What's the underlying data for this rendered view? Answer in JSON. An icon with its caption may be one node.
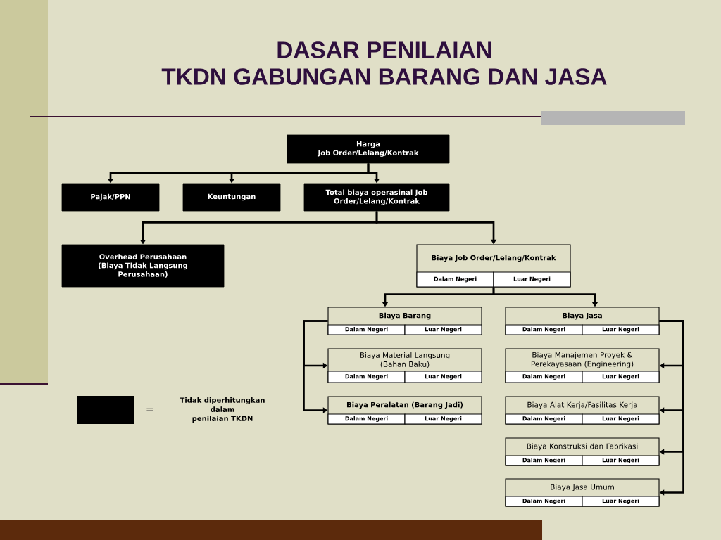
{
  "diagram": {
    "title": "DASAR PENILAIAN TKDN GABUNGAN BARANG DAN JASA",
    "nodes": [
      {
        "text": [
          "Harga",
          "Job Order/Lelang/Kontrak"
        ]
      },
      {
        "text": [
          "Pajak/PPN"
        ]
      },
      {
        "text": [
          "Keuntungan"
        ]
      },
      {
        "text": [
          "Total biaya operasinal Job Order/Lelang/Kontrak"
        ]
      },
      {
        "text": [
          "Overhead Perusahaan (Biaya Tidak Langsung Perusahaan)"
        ]
      },
      {
        "text": [
          "Biaya Job Order/Lelang/Kontrak"
        ]
      },
      {
        "text": [
          "Dalam Negeri"
        ],
        "in": 5
      },
      {
        "text": [
          "Luar Negeri"
        ],
        "in": 5
      },
      {
        "text": [
          "Biaya Barang"
        ]
      },
      {
        "text": [
          "Dalam Negeri"
        ],
        "in": 8
      },
      {
        "text": [
          "Luar Negeri"
        ],
        "in": 8
      },
      {
        "text": [
          "Biaya Jasa"
        ]
      },
      {
        "text": [
          "Dalam Negeri"
        ],
        "in": 11
      },
      {
        "text": [
          "Luar Negeri"
        ],
        "in": 11
      },
      {
        "text": [
          "Biaya Material Langsung (Bahan Baku)"
        ]
      },
      {
        "text": [
          "Dalam Negeri"
        ],
        "in": 14
      },
      {
        "text": [
          "Luar Negeri"
        ],
        "in": 14
      },
      {
        "text": [
          "Biaya Manajemen Proyek & Perekayasaan (Engineering)"
        ]
      },
      {
        "text": [
          "Dalam Negeri"
        ],
        "in": 17
      },
      {
        "text": [
          "Luar Negeri"
        ],
        "in": 17
      },
      {
        "text": [
          "Biaya Peralatan (Barang Jadi)"
        ]
      },
      {
        "text": [
          "Dalam Negeri"
        ],
        "in": 20
      },
      {
        "text": [
          "Luar Negeri"
        ],
        "in": 20
      },
      {
        "text": [
          "Biaya Alat Kerja/Fasilitas Kerja"
        ]
      },
      {
        "text": [
          "Dalam Negeri"
        ],
        "in": 23
      },
      {
        "text": [
          "Luar Negeri"
        ],
        "in": 23
      },
      {
        "text": [
          "Biaya Konstruksi dan Fabrikasi"
        ]
      },
      {
        "text": [
          "Dalam Negeri"
        ],
        "in": 26
      },
      {
        "text": [
          "Luar Negeri"
        ],
        "in": 26
      },
      {
        "text": [
          "Biaya Jasa Umum"
        ]
      },
      {
        "text": [
          "Dalam Negeri"
        ],
        "in": 29
      },
      {
        "text": [
          "Luar Negeri"
        ],
        "in": 29
      }
    ],
    "edges": [
      {
        "from": 0,
        "to": 1,
        "arrow": "to"
      },
      {
        "from": 0,
        "to": 2,
        "arrow": "to"
      },
      {
        "from": 0,
        "to": 3,
        "arrow": "to"
      },
      {
        "from": 3,
        "to": 4,
        "arrow": "to"
      },
      {
        "from": 3,
        "to": 5,
        "arrow": "to"
      },
      {
        "from": 5,
        "to": 8,
        "arrow": "to"
      },
      {
        "from": 5,
        "to": 11,
        "arrow": "to"
      },
      {
        "from": 8,
        "to": 14,
        "arrow": "to"
      },
      {
        "from": 8,
        "to": 20,
        "arrow": "to"
      },
      {
        "from": 11,
        "to": 17,
        "arrow": "to"
      },
      {
        "from": 11,
        "to": 23,
        "arrow": "to"
      },
      {
        "from": 11,
        "to": 26,
        "arrow": "to"
      },
      {
        "from": 11,
        "to": 29,
        "arrow": "to"
      }
    ],
    "labels": [
      "="
    ],
    "legend": [
      {
        "text": "Tidak diperhitungkan dalam penilaian TKDN",
        "color": "#000000"
      }
    ]
  }
}
